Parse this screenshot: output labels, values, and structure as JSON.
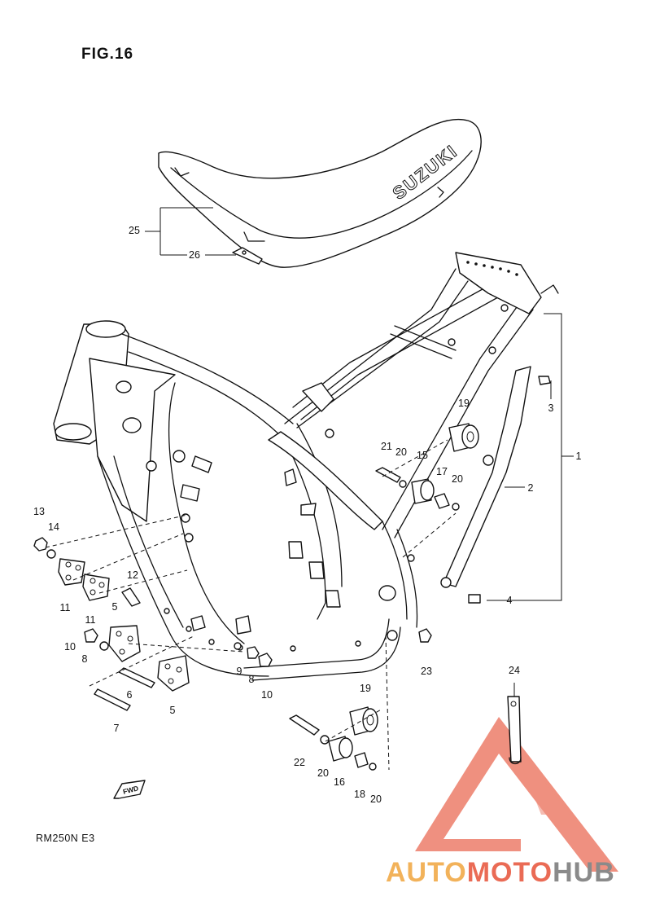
{
  "figure": {
    "title": "FIG.16",
    "model": "RM250N  E3",
    "seat_text": "SUZUKI"
  },
  "callouts": [
    "1",
    "2",
    "3",
    "4",
    "5",
    "5",
    "6",
    "7",
    "8",
    "8",
    "9",
    "10",
    "10",
    "11",
    "11",
    "12",
    "13",
    "14",
    "15",
    "16",
    "17",
    "18",
    "19",
    "19",
    "20",
    "20",
    "20",
    "20",
    "21",
    "22",
    "23",
    "24",
    "25",
    "26"
  ],
  "fwd_label": "FWD",
  "watermark": {
    "part1": "AUTO",
    "part2": "MOTO",
    "part3": "HUB",
    "colors": {
      "orange": "#f2b25a",
      "red": "#ea6b55",
      "gray": "#8a8a8a"
    }
  }
}
